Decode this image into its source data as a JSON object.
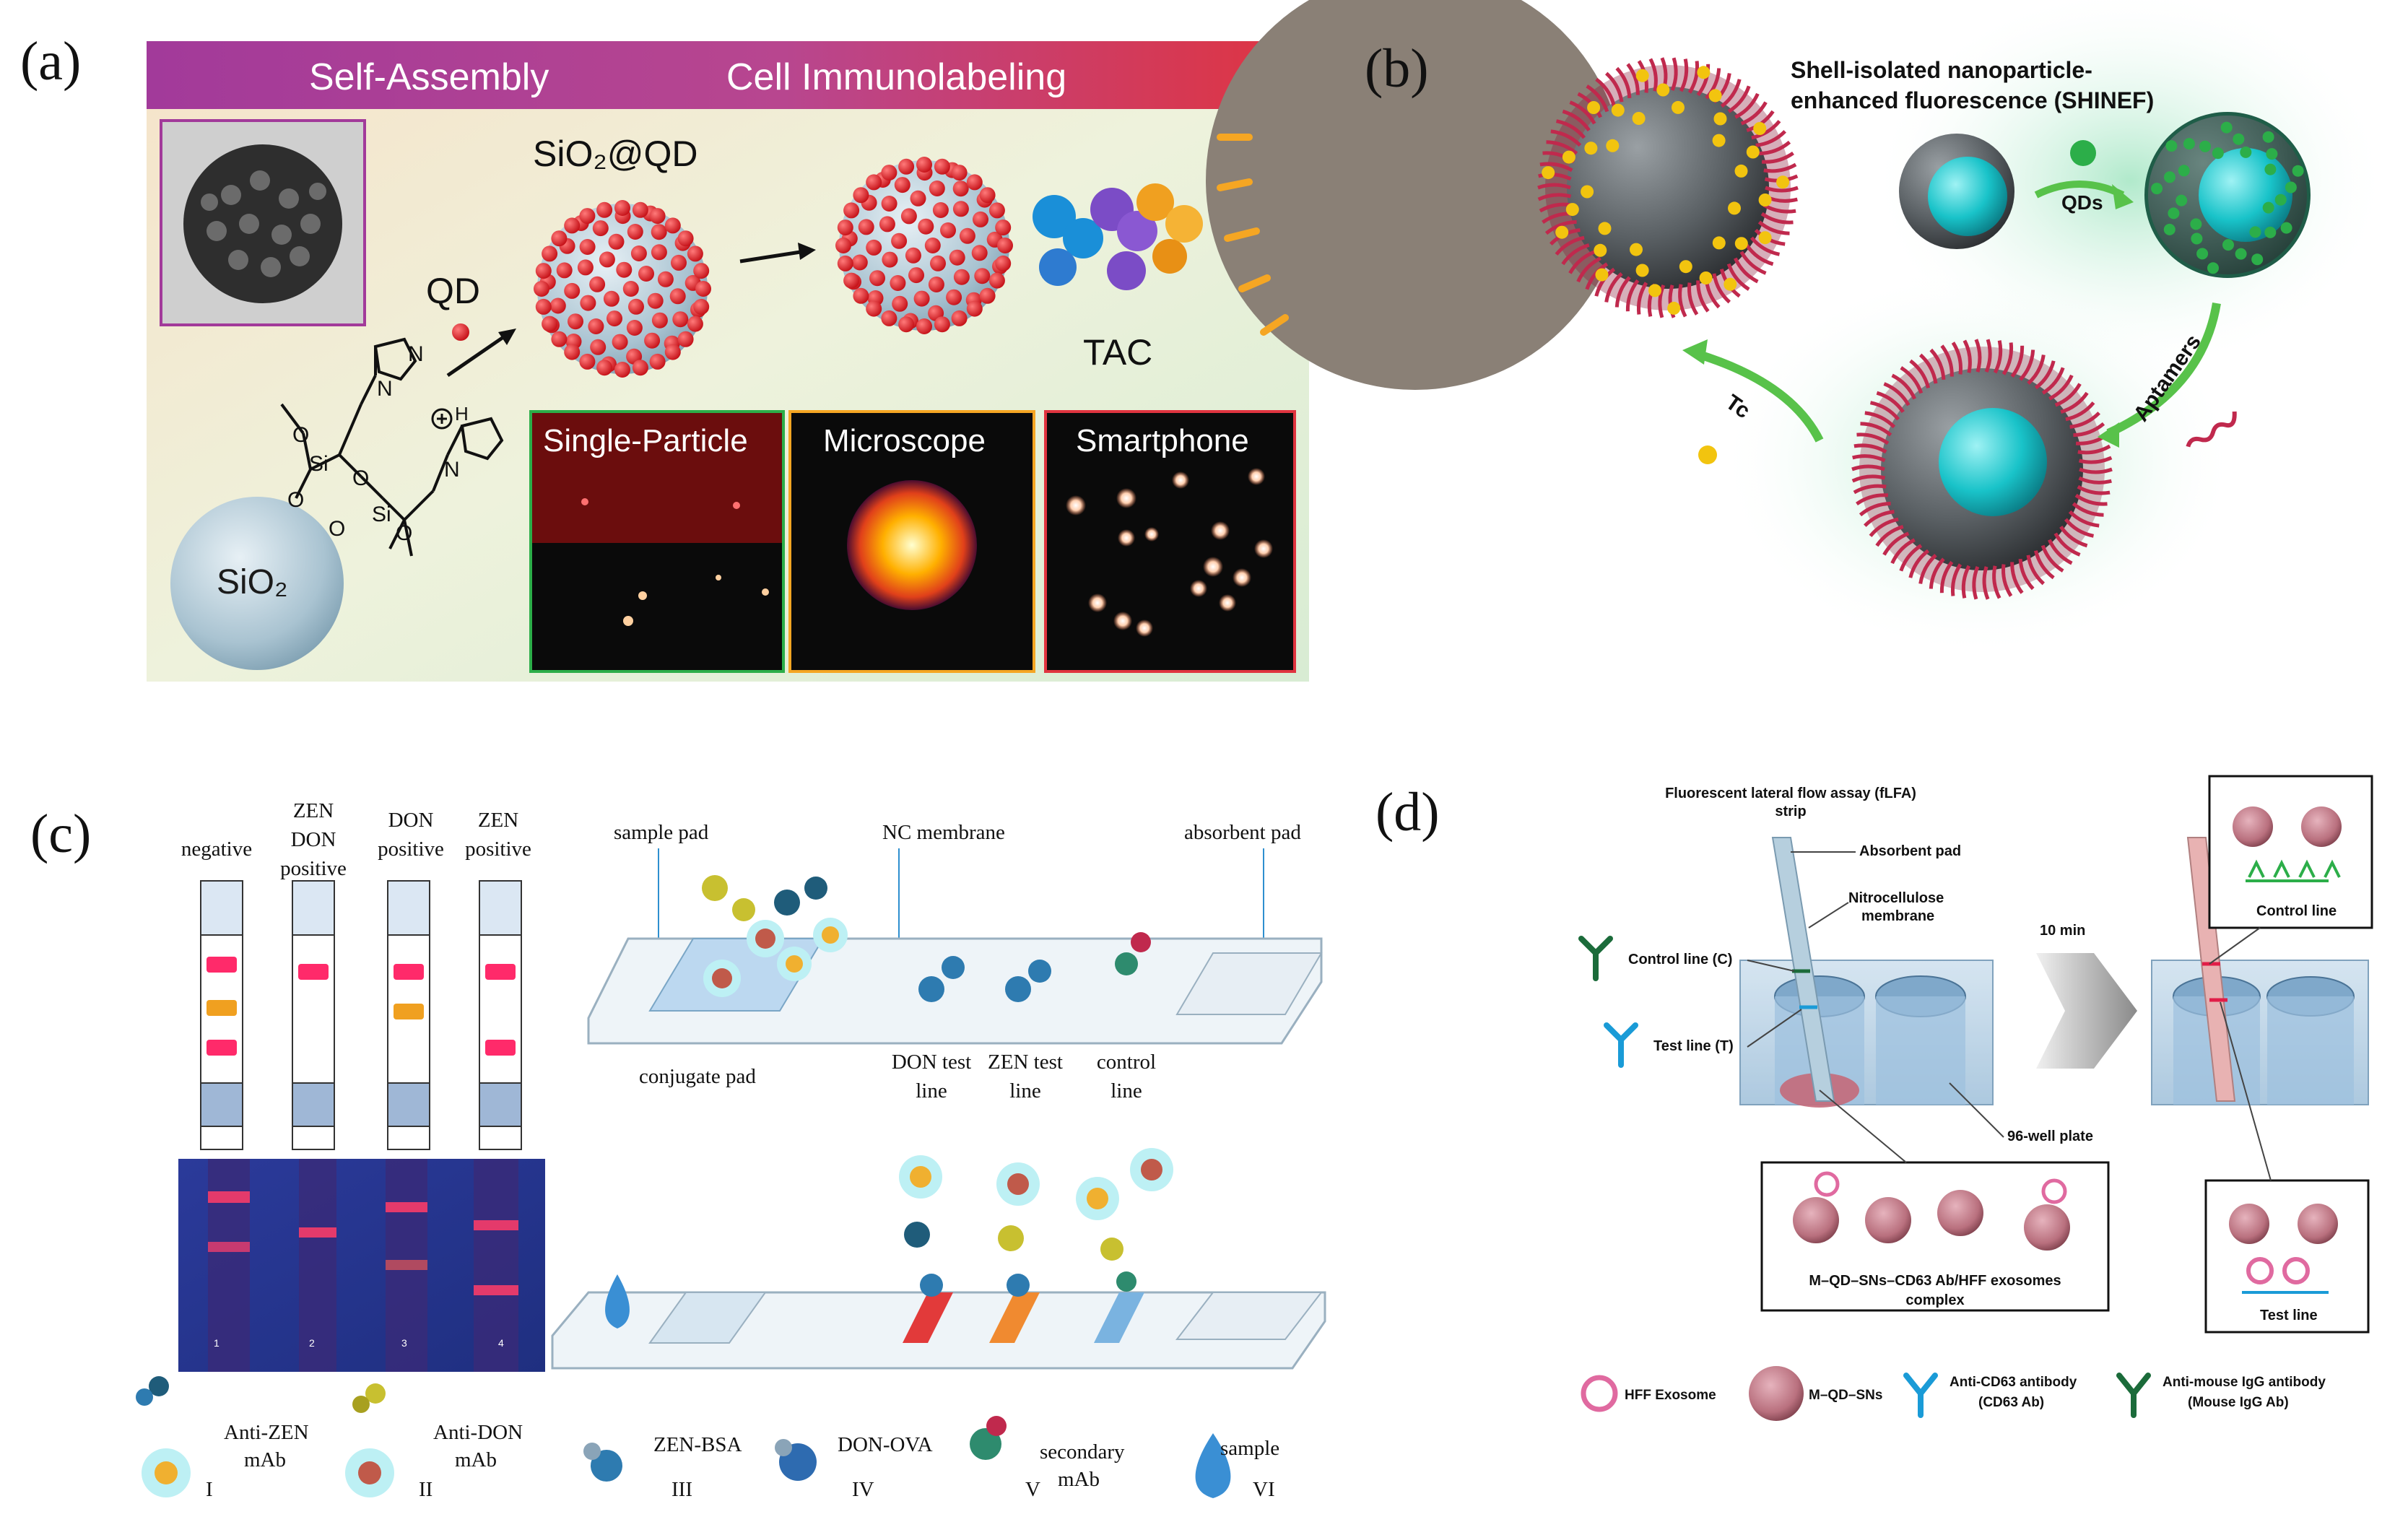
{
  "panel_labels": {
    "a": "(a)",
    "b": "(b)",
    "c": "(c)",
    "d": "(d)"
  },
  "panel_a": {
    "banner_left": "Self-Assembly",
    "banner_right": "Cell Immunolabeling",
    "sio2_qd": "SiO₂@QD",
    "qd": "QD",
    "tac": "TAC",
    "sio2": "SiO₂",
    "chem_o": "O",
    "chem_si": "Si",
    "chem_n": "N",
    "chem_nh": "H",
    "imaging": [
      "Single-Particle",
      "Microscope",
      "Smartphone"
    ]
  },
  "panel_b": {
    "title_line1": "Shell-isolated nanoparticle-",
    "title_line2": "enhanced fluorescence (SHINEF)",
    "qds": "QDs",
    "tc": "Tc",
    "aptamers": "Aptamers"
  },
  "panel_c": {
    "strip_labels": [
      [
        "negative"
      ],
      [
        "ZEN",
        "DON",
        "positive"
      ],
      [
        "DON",
        "positive"
      ],
      [
        "ZEN",
        "positive"
      ]
    ],
    "strip_numbers": [
      "1",
      "2",
      "3",
      "4"
    ],
    "sample_pad": "sample pad",
    "nc_membrane": "NC membrane",
    "absorbent_pad": "absorbent pad",
    "conjugate_pad": "conjugate pad",
    "don_test_line": [
      "DON test",
      "line"
    ],
    "zen_test_line": [
      "ZEN test",
      "line"
    ],
    "control_line": [
      "control",
      "line"
    ],
    "legend": [
      {
        "label": [
          "Anti-ZEN",
          "mAb"
        ],
        "num": "I"
      },
      {
        "label": [
          "Anti-DON",
          "mAb"
        ],
        "num": "II"
      },
      {
        "label": [
          "ZEN-BSA"
        ],
        "num": "III"
      },
      {
        "label": [
          "DON-OVA"
        ],
        "num": "IV"
      },
      {
        "label": [
          "secondary",
          "mAb"
        ],
        "num": "V"
      },
      {
        "label": [
          "sample"
        ],
        "num": "VI"
      }
    ]
  },
  "panel_d": {
    "strip_title_1": "Fluorescent lateral flow assay (fLFA)",
    "strip_title_2": "strip",
    "absorbent_pad": "Absorbent pad",
    "nitro_1": "Nitrocellulose",
    "nitro_2": "membrane",
    "control_line": "Control line (C)",
    "test_line": "Test line (T)",
    "plate": "96-well plate",
    "time": "10 min",
    "complex_1": "M–QD–SNs–CD63 Ab/HFF exosomes",
    "complex_2": "complex",
    "inset_control": "Control line",
    "inset_test": "Test line",
    "legend": [
      "HFF Exosome",
      "M–QD–SNs",
      "Anti-CD63 antibody",
      "(CD63 Ab)",
      "Anti-mouse IgG antibody",
      "(Mouse IgG Ab)"
    ]
  },
  "colors": {
    "qd_red": "#e8262b",
    "silica": "#b9cfd9",
    "teal": "#19c3c9",
    "green": "#2cae49",
    "fluor_red": "#e11d48",
    "blue_antibody": "#1a9bd7"
  }
}
